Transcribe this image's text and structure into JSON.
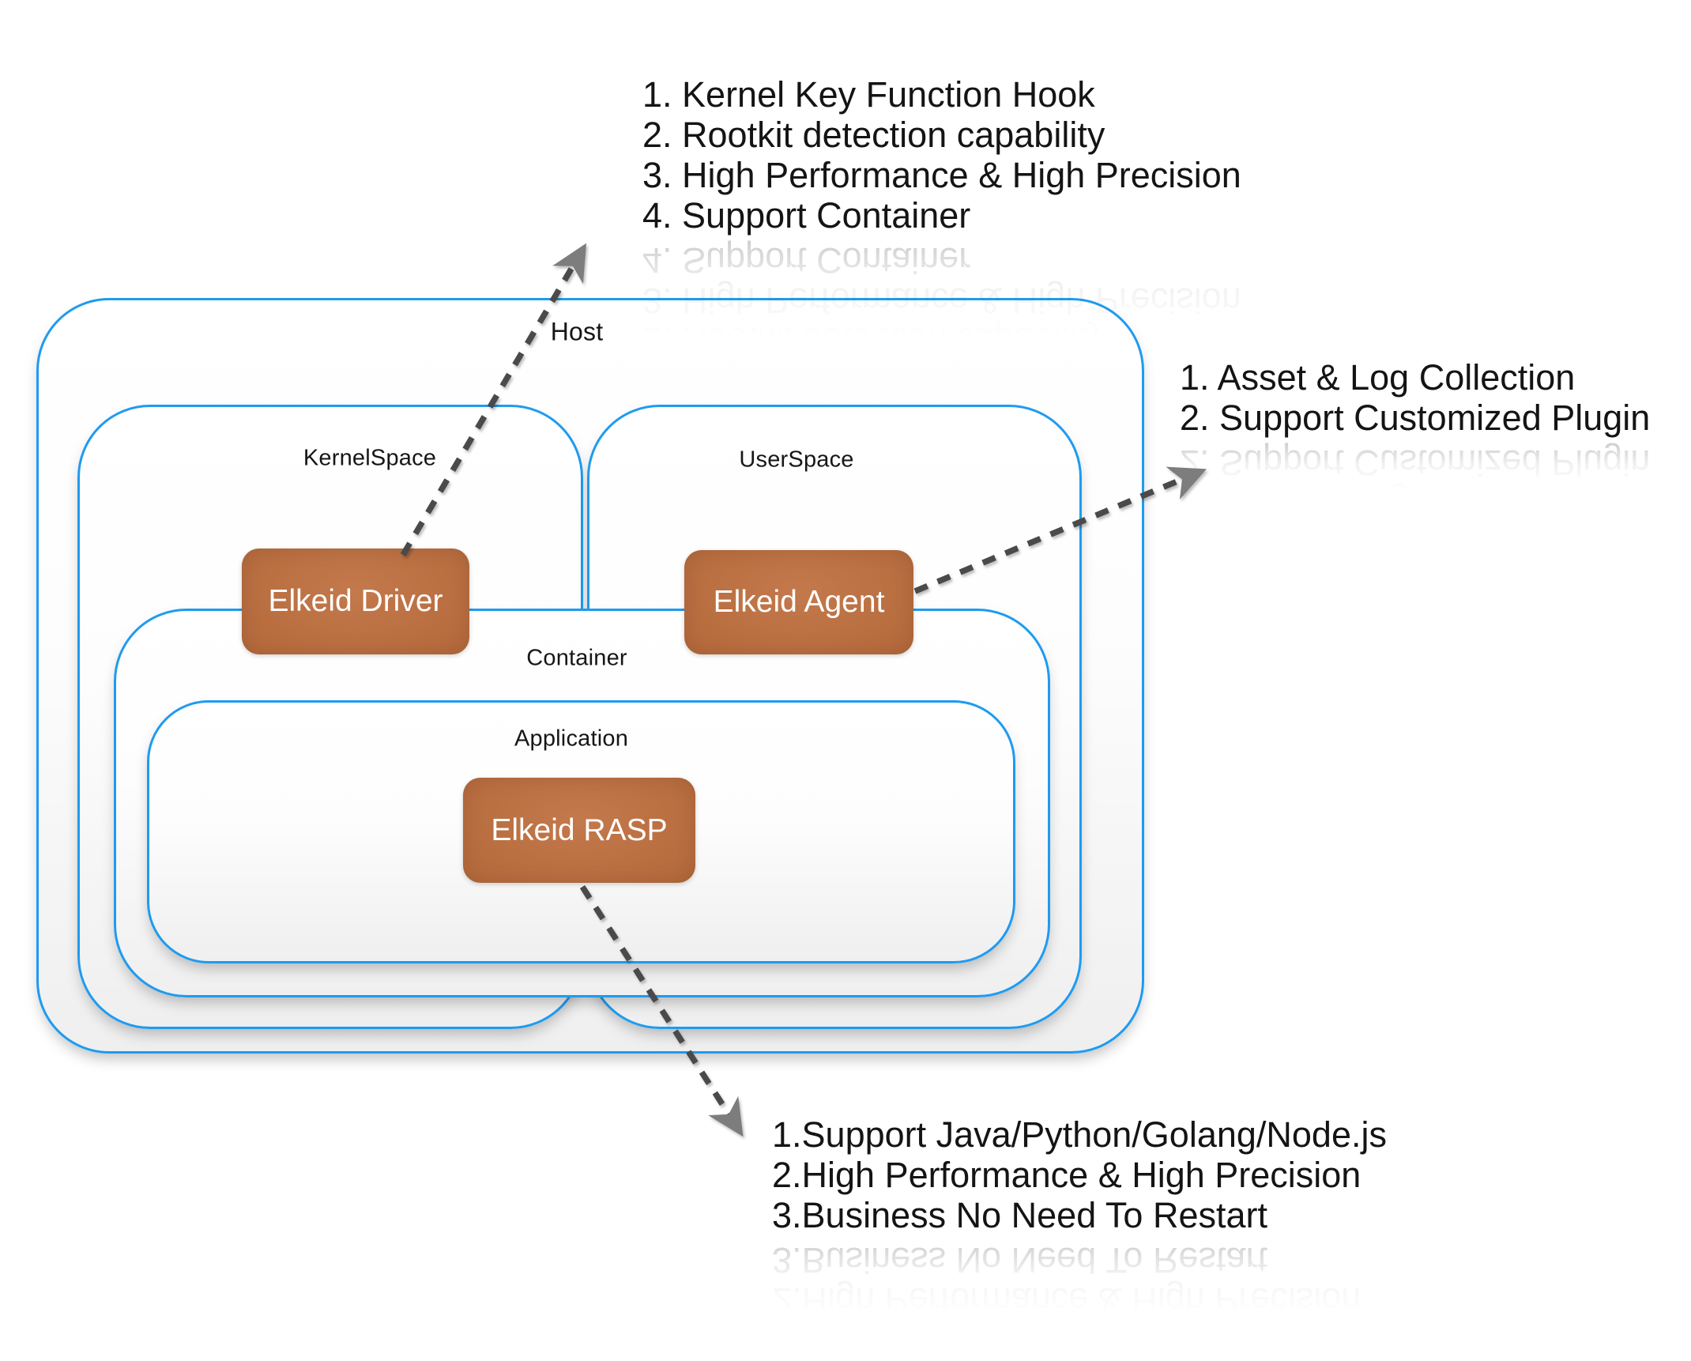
{
  "colors": {
    "box-border-blue": "#1e9bf0",
    "node-orange": "#bf6f3e",
    "node-text": "#ffffff",
    "arrow-dash": "#4a4a4a",
    "arrow-head": "#7d7d7d"
  },
  "containers": {
    "host": "Host",
    "kernelspace": "KernelSpace",
    "userspace": "UserSpace",
    "container": "Container",
    "application": "Application"
  },
  "nodes": {
    "driver": "Elkeid Driver",
    "agent": "Elkeid Agent",
    "rasp": "Elkeid RASP"
  },
  "annotations": {
    "driver": {
      "lines": [
        "1. Kernel Key Function Hook",
        "2. Rootkit detection capability",
        "3. High Performance & High Precision",
        "4. Support Container"
      ]
    },
    "agent": {
      "lines": [
        "1. Asset & Log Collection",
        "2. Support Customized Plugin"
      ]
    },
    "rasp": {
      "lines": [
        "1.Support Java/Python/Golang/Node.js",
        "2.High Performance & High Precision",
        "3.Business No Need To Restart"
      ]
    }
  }
}
